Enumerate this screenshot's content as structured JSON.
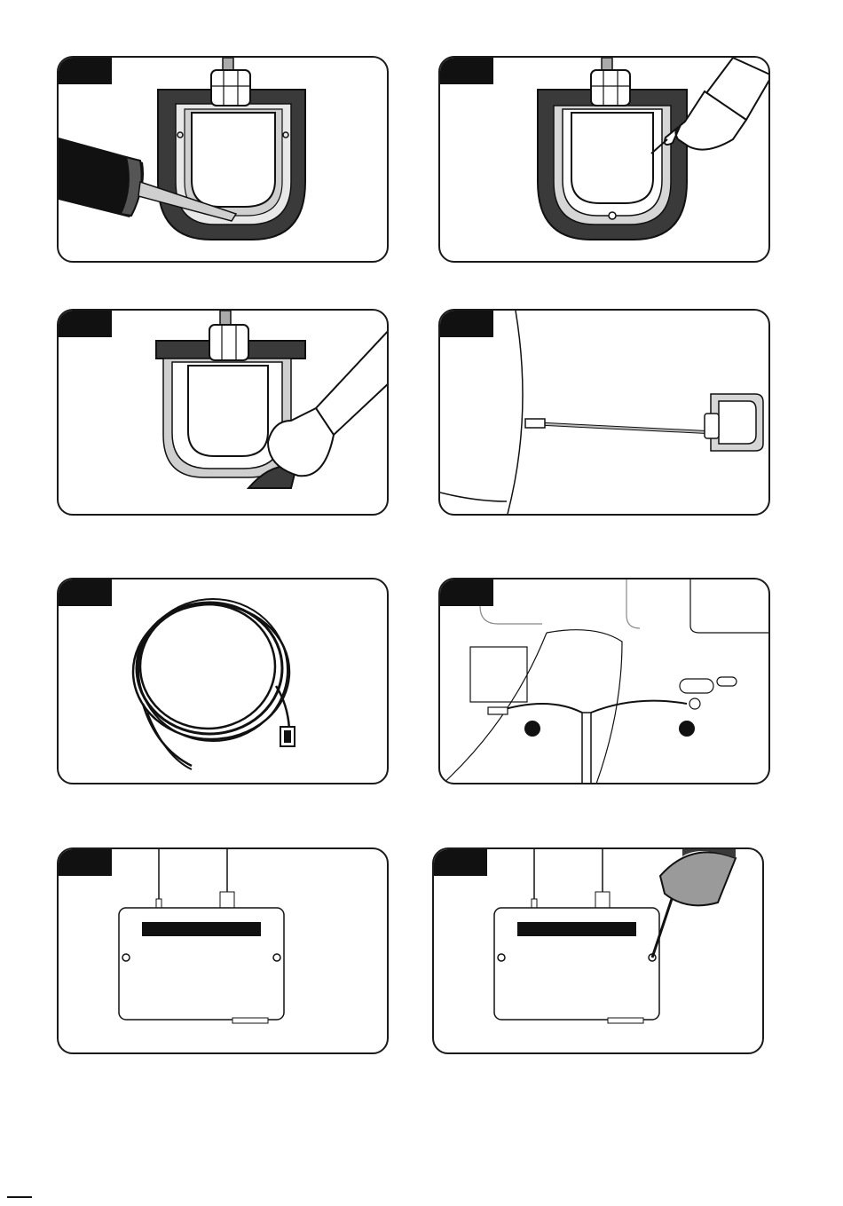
{
  "document": {
    "type": "installation-instructions-figure-page",
    "panels": [
      {
        "id": "sealant-application",
        "icon": "sealant-gun-icon"
      },
      {
        "id": "press-seal",
        "icon": "pointing-hand-icon"
      },
      {
        "id": "remove-excess",
        "icon": "hand-cloth-icon"
      },
      {
        "id": "antenna-mounted-on-roof",
        "icon": "roof-antenna-icon"
      },
      {
        "id": "coiled-cable",
        "icon": "cable-coil-icon"
      },
      {
        "id": "cable-routing",
        "icon": "cable-routing-icon"
      },
      {
        "id": "receiver-unit",
        "icon": "receiver-box-icon"
      },
      {
        "id": "drill-mounting-hole",
        "icon": "drill-icon"
      }
    ]
  },
  "colors": {
    "ink": "#1a1a1a",
    "dark": "#3a3a3a",
    "light": "#d6d6d6",
    "mid": "#9a9a9a"
  }
}
